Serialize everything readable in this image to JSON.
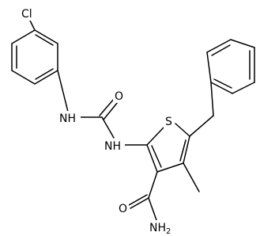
{
  "diagram": {
    "type": "chemical-structure",
    "atom_labels": {
      "chlorine": "Cl",
      "urea_nh_left": "NH",
      "carbonyl_o": "O",
      "urea_nh_ring": "NH",
      "thiophene_s": "S",
      "amide_o": "O",
      "amide_nh2": "NH",
      "nh2_subscript": "2"
    }
  }
}
